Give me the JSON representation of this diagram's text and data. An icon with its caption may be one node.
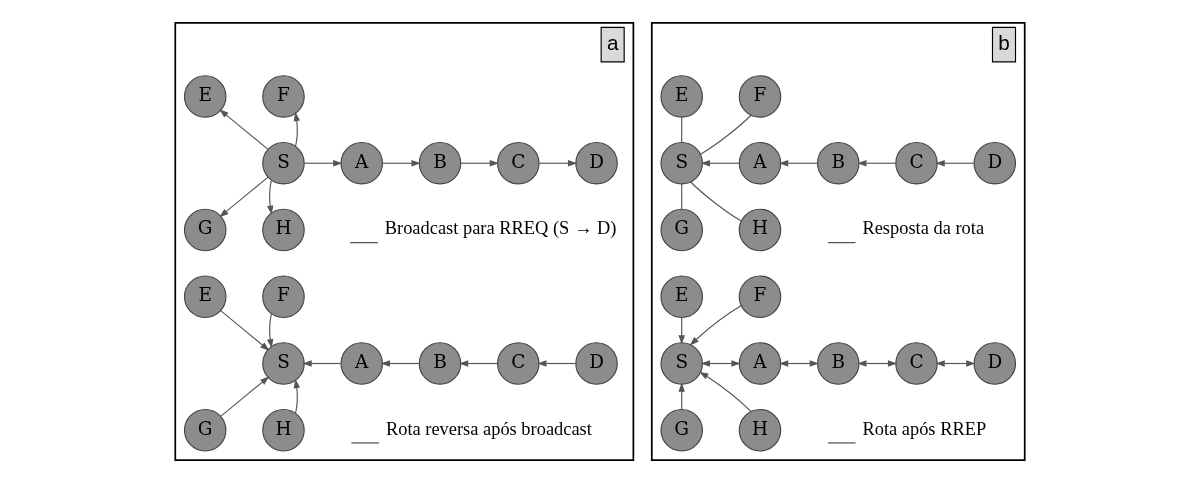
{
  "diagram": {
    "nodes": [
      {
        "text": [
          "a"
        ]
      },
      {
        "text": [
          "E"
        ],
        "in": 0
      },
      {
        "text": [
          "F"
        ],
        "in": 0
      },
      {
        "text": [
          "S"
        ],
        "in": 0
      },
      {
        "text": [
          "A"
        ],
        "in": 0
      },
      {
        "text": [
          "B"
        ],
        "in": 0
      },
      {
        "text": [
          "C"
        ],
        "in": 0
      },
      {
        "text": [
          "D"
        ],
        "in": 0
      },
      {
        "text": [
          "G"
        ],
        "in": 0
      },
      {
        "text": [
          "H"
        ],
        "in": 0
      },
      {
        "text": [
          "E"
        ],
        "in": 0
      },
      {
        "text": [
          "F"
        ],
        "in": 0
      },
      {
        "text": [
          "S"
        ],
        "in": 0
      },
      {
        "text": [
          "A"
        ],
        "in": 0
      },
      {
        "text": [
          "B"
        ],
        "in": 0
      },
      {
        "text": [
          "C"
        ],
        "in": 0
      },
      {
        "text": [
          "D"
        ],
        "in": 0
      },
      {
        "text": [
          "G"
        ],
        "in": 0
      },
      {
        "text": [
          "H"
        ],
        "in": 0
      },
      {
        "text": [
          "b"
        ]
      },
      {
        "text": [
          "E"
        ],
        "in": 19
      },
      {
        "text": [
          "F"
        ],
        "in": 19
      },
      {
        "text": [
          "S"
        ],
        "in": 19
      },
      {
        "text": [
          "A"
        ],
        "in": 19
      },
      {
        "text": [
          "B"
        ],
        "in": 19
      },
      {
        "text": [
          "C"
        ],
        "in": 19
      },
      {
        "text": [
          "D"
        ],
        "in": 19
      },
      {
        "text": [
          "G"
        ],
        "in": 19
      },
      {
        "text": [
          "H"
        ],
        "in": 19
      },
      {
        "text": [
          "E"
        ],
        "in": 19
      },
      {
        "text": [
          "F"
        ],
        "in": 19
      },
      {
        "text": [
          "S"
        ],
        "in": 19
      },
      {
        "text": [
          "A"
        ],
        "in": 19
      },
      {
        "text": [
          "B"
        ],
        "in": 19
      },
      {
        "text": [
          "C"
        ],
        "in": 19
      },
      {
        "text": [
          "D"
        ],
        "in": 19
      },
      {
        "text": [
          "G"
        ],
        "in": 19
      },
      {
        "text": [
          "H"
        ],
        "in": 19
      }
    ],
    "edges": [
      {
        "from": 3,
        "to": 1,
        "arrow": "to"
      },
      {
        "from": 3,
        "to": 2,
        "arrow": "to"
      },
      {
        "from": 3,
        "to": 8,
        "arrow": "to"
      },
      {
        "from": 3,
        "to": 9,
        "arrow": "to"
      },
      {
        "from": 3,
        "to": 4,
        "arrow": "to"
      },
      {
        "from": 4,
        "to": 5,
        "arrow": "to"
      },
      {
        "from": 5,
        "to": 6,
        "arrow": "to"
      },
      {
        "from": 6,
        "to": 7,
        "arrow": "to"
      },
      {
        "from": 10,
        "to": 12,
        "arrow": "to"
      },
      {
        "from": 11,
        "to": 12,
        "arrow": "to"
      },
      {
        "from": 17,
        "to": 12,
        "arrow": "to"
      },
      {
        "from": 18,
        "to": 12,
        "arrow": "to"
      },
      {
        "from": 13,
        "to": 12,
        "arrow": "to"
      },
      {
        "from": 14,
        "to": 13,
        "arrow": "to"
      },
      {
        "from": 15,
        "to": 14,
        "arrow": "to"
      },
      {
        "from": 16,
        "to": 15,
        "arrow": "to"
      },
      {
        "from": 22,
        "to": 20,
        "arrow": "none"
      },
      {
        "from": 22,
        "to": 21,
        "arrow": "none"
      },
      {
        "from": 22,
        "to": 27,
        "arrow": "none"
      },
      {
        "from": 22,
        "to": 28,
        "arrow": "none"
      },
      {
        "from": 23,
        "to": 22,
        "arrow": "to"
      },
      {
        "from": 24,
        "to": 23,
        "arrow": "to"
      },
      {
        "from": 25,
        "to": 24,
        "arrow": "to"
      },
      {
        "from": 26,
        "to": 25,
        "arrow": "to"
      },
      {
        "from": 29,
        "to": 31,
        "arrow": "to"
      },
      {
        "from": 30,
        "to": 31,
        "arrow": "to"
      },
      {
        "from": 36,
        "to": 31,
        "arrow": "to"
      },
      {
        "from": 37,
        "to": 31,
        "arrow": "to"
      },
      {
        "from": 31,
        "to": 32,
        "arrow": "both"
      },
      {
        "from": 32,
        "to": 33,
        "arrow": "both"
      },
      {
        "from": 33,
        "to": 34,
        "arrow": "both"
      },
      {
        "from": 34,
        "to": 35,
        "arrow": "both"
      }
    ],
    "legend": [
      {
        "text": "Broadcast para RREQ (S → D)"
      },
      {
        "text": "Rota reversa após broadcast"
      },
      {
        "text": "Resposta da rota"
      },
      {
        "text": "Rota após RREP"
      }
    ]
  }
}
